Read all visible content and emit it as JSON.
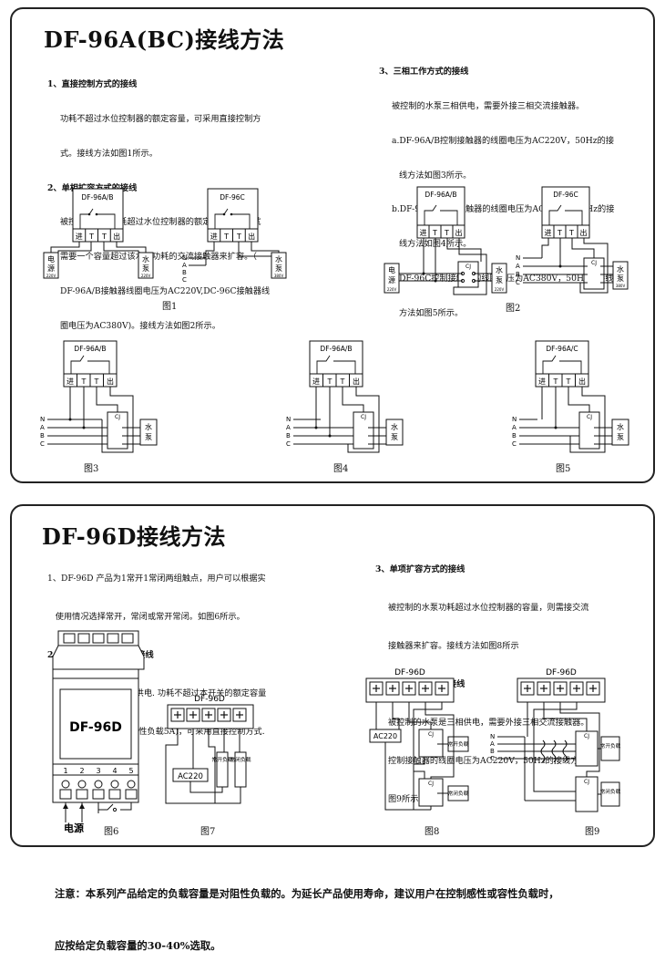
{
  "section1": {
    "title_main": "DF-96A(BC)",
    "title_sub": "接线方法",
    "left_text": {
      "h1": "1、直接控制方式的接线",
      "p1": [
        "功耗不超过水位控制器的额定容量，可采用直接控制方",
        "式。接线方法如图1所示。"
      ],
      "h2": "2、单相扩容方式的接线",
      "p2": [
        "被控制的水泵功耗超过水位控制器的额定容量，那么就",
        "需要一个容量超过该水泵功耗的交流接触器来扩容。（",
        "DF-96A/B接触器线圈电压为AC220V,DC-96C接触器线",
        "圈电压为AC380V)。接线方法如图2所示。"
      ]
    },
    "right_text": {
      "h3": "3、三相工作方式的接线",
      "p3": [
        "被控制的水泵三相供电，需要外接三相交流接触器。",
        "a.DF-96A/B控制接触器的线圈电压为AC220V，50Hz的接",
        "线方法如图3所示。",
        "b.DF-96A/B控制接触器的线圈电压为AC380V，50Hz的接",
        "线方法如图4所示。",
        "c.DF-96C控制接触器的线圈电压为AC380V，50Hz的接线",
        "方法如图5所示。"
      ]
    },
    "figures": {
      "fig1_left": {
        "model": "DF-96A/B",
        "terminals": [
          "进",
          "T",
          "T",
          "出"
        ],
        "source": [
          "电",
          "源"
        ],
        "source_small": "220V",
        "pump": [
          "水",
          "泵"
        ],
        "pump_small": "220V"
      },
      "fig1_right": {
        "model": "DF-96C",
        "terminals": [
          "进",
          "T",
          "T",
          "出"
        ],
        "phases": [
          "N",
          "A",
          "B",
          "C"
        ],
        "pump": [
          "水",
          "泵"
        ],
        "pump_small": "380V"
      },
      "fig1_caption": "图1",
      "fig2_left": {
        "model": "DF-96A/B",
        "terminals": [
          "进",
          "T",
          "T",
          "出"
        ],
        "source": [
          "电",
          "源"
        ],
        "source_small": "220V",
        "pump": [
          "水",
          "泵"
        ],
        "pump_small": "220V",
        "contactor": "CJ"
      },
      "fig2_right": {
        "model": "DF-96C",
        "terminals": [
          "进",
          "T",
          "T",
          "出"
        ],
        "phases": [
          "N",
          "A",
          "B",
          "C"
        ],
        "pump": [
          "水",
          "泵"
        ],
        "pump_small": "380V",
        "contactor": "CJ"
      },
      "fig2_caption": "图2",
      "fig3": {
        "model": "DF-96A/B",
        "terminals": [
          "进",
          "T",
          "T",
          "出"
        ],
        "phases": [
          "N",
          "A",
          "B",
          "C"
        ],
        "pump": [
          "水",
          "泵"
        ],
        "contactor": "CJ",
        "caption": "图3"
      },
      "fig4": {
        "model": "DF-96A/B",
        "terminals": [
          "进",
          "T",
          "T",
          "出"
        ],
        "phases": [
          "N",
          "A",
          "B",
          "C"
        ],
        "pump": [
          "水",
          "泵"
        ],
        "contactor": "CJ",
        "caption": "图4"
      },
      "fig5": {
        "model": "DF-96A/C",
        "terminals": [
          "进",
          "T",
          "T",
          "出"
        ],
        "phases": [
          "N",
          "A",
          "B",
          "C"
        ],
        "pump": [
          "水",
          "泵"
        ],
        "contactor": "CJ",
        "caption": "图5"
      }
    }
  },
  "section2": {
    "title_main": "DF-96D",
    "title_sub": "接线方法",
    "left_text": {
      "p1": [
        "1、DF-96D 产品为1常开1常闭两组触点，用户可以根据实",
        "   使用情况选择常开，常闭或常开常闭。如图6所示。"
      ],
      "h2": "2、单相直接控制方式的接线",
      "p2": [
        "被控制的水泵是单相供电. 功耗不超过本开关的额定容量",
        "量(阻性负载10A，感性负载5A)，可采用直接控制方式.",
        "接线方法如图6所示："
      ]
    },
    "right_text": {
      "h3": "3、单项扩容方式的接线",
      "p3": [
        "被控制的水泵功耗超过水位控制器的容量，则需接交流",
        "接触器来扩容。接线方法如图8所示"
      ],
      "h4": "4、三相工作方式的接线",
      "p4": [
        "被控制的水泵是三相供电，需要外接三相交流接触器。",
        "控制接触器的线圈电压为AC220V，50Hz的接线方式如",
        "图9所示。"
      ]
    },
    "figures": {
      "fig6": {
        "label": "DF-96D",
        "terminal_numbers": [
          "1",
          "2",
          "3",
          "4",
          "5"
        ],
        "power_label": "电源",
        "caption": "图6"
      },
      "fig7": {
        "label": "DF-96D",
        "supply": "AC220",
        "load_open": "常开负载",
        "load_closed": "常闭负载",
        "caption": "图7"
      },
      "fig8": {
        "label": "DF-96D",
        "supply": "AC220",
        "contactor": "CJ",
        "load_open": "常开负载",
        "load_closed": "常闭负载",
        "caption": "图8"
      },
      "fig9": {
        "label": "DF-96D",
        "phases": [
          "N",
          "A",
          "B",
          "C"
        ],
        "contactor": "CJ",
        "load_open": "常开负载",
        "load_closed": "常闭负载",
        "caption": "图9"
      }
    }
  },
  "note": [
    "注意：本系列产品给定的负载容量是对阻性负载的。为延长产品使用寿命，建议用户在控制感性或容性负载时，",
    "应按给定负载容量的30-40%选取。"
  ]
}
